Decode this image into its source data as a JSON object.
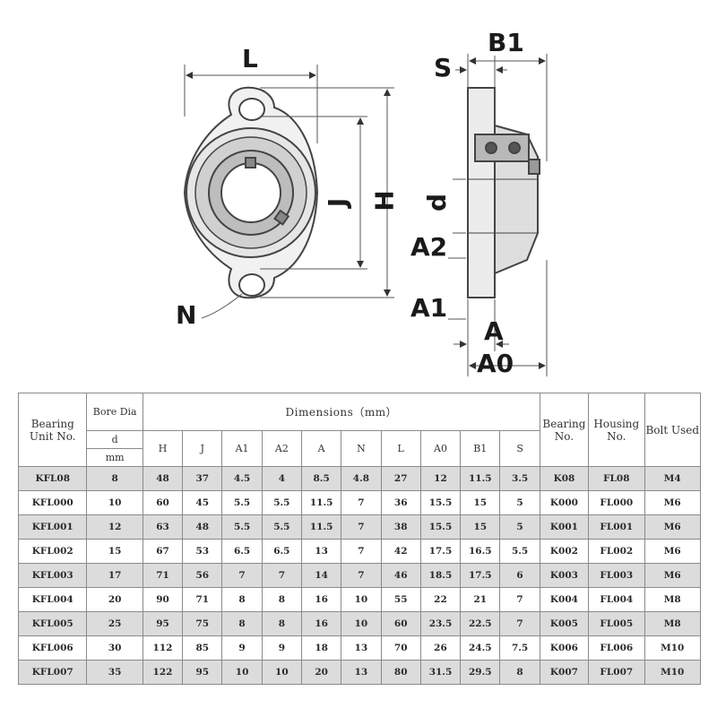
{
  "drawing": {
    "labels": {
      "L": "L",
      "B1": "B1",
      "S": "S",
      "J": "J",
      "H": "H",
      "d": "d",
      "A2": "A2",
      "A1": "A1",
      "N": "N",
      "A": "A",
      "A0": "A0"
    }
  },
  "table": {
    "header": {
      "bearing_unit": "Bearing Unit No.",
      "bore_dia": "Bore Dia",
      "bore_d": "d",
      "bore_mm": "mm",
      "dimensions": "Dimensions（mm）",
      "bearing_no": "Bearing No.",
      "housing_no": "Housing No.",
      "bolt_used": "Bolt Used",
      "columns": [
        "H",
        "J",
        "A1",
        "A2",
        "A",
        "N",
        "L",
        "A0",
        "B1",
        "S"
      ]
    },
    "rows": [
      [
        "KFL08",
        "8",
        "48",
        "37",
        "4.5",
        "4",
        "8.5",
        "4.8",
        "27",
        "12",
        "11.5",
        "3.5",
        "K08",
        "FL08",
        "M4"
      ],
      [
        "KFL000",
        "10",
        "60",
        "45",
        "5.5",
        "5.5",
        "11.5",
        "7",
        "36",
        "15.5",
        "15",
        "5",
        "K000",
        "FL000",
        "M6"
      ],
      [
        "KFL001",
        "12",
        "63",
        "48",
        "5.5",
        "5.5",
        "11.5",
        "7",
        "38",
        "15.5",
        "15",
        "5",
        "K001",
        "FL001",
        "M6"
      ],
      [
        "KFL002",
        "15",
        "67",
        "53",
        "6.5",
        "6.5",
        "13",
        "7",
        "42",
        "17.5",
        "16.5",
        "5.5",
        "K002",
        "FL002",
        "M6"
      ],
      [
        "KFL003",
        "17",
        "71",
        "56",
        "7",
        "7",
        "14",
        "7",
        "46",
        "18.5",
        "17.5",
        "6",
        "K003",
        "FL003",
        "M6"
      ],
      [
        "KFL004",
        "20",
        "90",
        "71",
        "8",
        "8",
        "16",
        "10",
        "55",
        "22",
        "21",
        "7",
        "K004",
        "FL004",
        "M8"
      ],
      [
        "KFL005",
        "25",
        "95",
        "75",
        "8",
        "8",
        "16",
        "10",
        "60",
        "23.5",
        "22.5",
        "7",
        "K005",
        "FL005",
        "M8"
      ],
      [
        "KFL006",
        "30",
        "112",
        "85",
        "9",
        "9",
        "18",
        "13",
        "70",
        "26",
        "24.5",
        "7.5",
        "K006",
        "FL006",
        "M10"
      ],
      [
        "KFL007",
        "35",
        "122",
        "95",
        "10",
        "10",
        "20",
        "13",
        "80",
        "31.5",
        "29.5",
        "8",
        "K007",
        "FL007",
        "M10"
      ]
    ]
  }
}
